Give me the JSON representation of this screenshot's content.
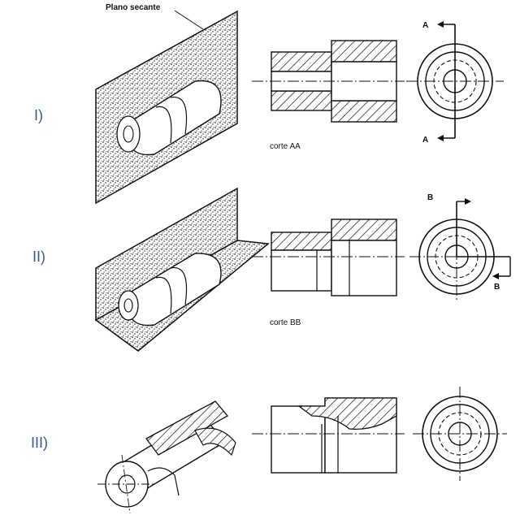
{
  "rows": [
    {
      "numeral": "I)",
      "caption": "corte AA",
      "section_letter": "A"
    },
    {
      "numeral": "II)",
      "caption": "corte BB",
      "section_letter": "B"
    },
    {
      "numeral": "III)",
      "caption": "",
      "section_letter": ""
    }
  ],
  "plane_label": "Plano secante",
  "colors": {
    "ink": "#111111",
    "numeral": "#3a5a8a",
    "background": "#ffffff"
  }
}
